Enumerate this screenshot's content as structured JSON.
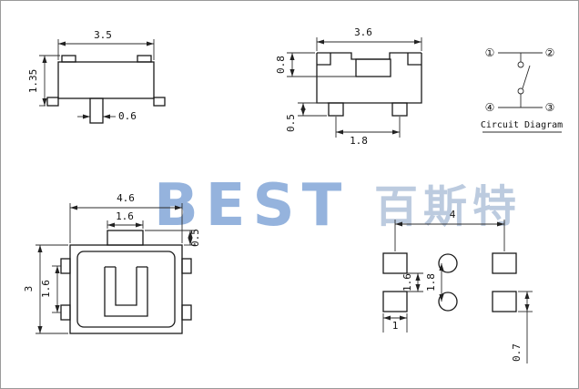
{
  "watermark": {
    "brand_latin": "BEST",
    "brand_cjk": "百斯特"
  },
  "front_view": {
    "width": "3.5",
    "height": "1.35",
    "stem_width": "0.6"
  },
  "side_view": {
    "width": "3.6",
    "step_height": "0.8",
    "lead_pitch": "1.8",
    "lead_height": "0.5"
  },
  "circuit": {
    "title": "Circuit Diagram",
    "terminal_1": "①",
    "terminal_2": "②",
    "terminal_3": "③",
    "terminal_4": "④"
  },
  "plan_view": {
    "width": "4.6",
    "stem_width": "1.6",
    "stem_height": "0.5",
    "depth": "3",
    "tab_pitch": "1.6"
  },
  "footprint": {
    "pad_span": "4",
    "pad_gap": "1.6",
    "hole_pitch": "1.8",
    "pad_width": "1",
    "pad_height": "0.7"
  }
}
